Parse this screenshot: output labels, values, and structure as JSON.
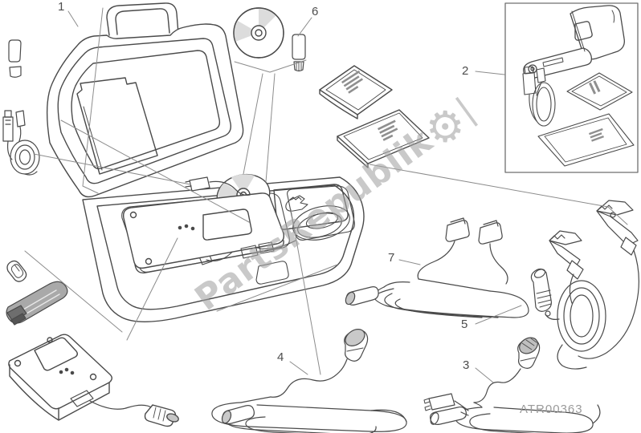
{
  "diagram": {
    "title_hint": "DDS tester kit parts diagram",
    "part_code": "ATR00363",
    "watermark": {
      "text": "PartsRepublik",
      "gear_glyph": "⚙",
      "bar": "|"
    },
    "callouts": [
      {
        "label": "1"
      },
      {
        "label": "2"
      },
      {
        "label": "3"
      },
      {
        "label": "4"
      },
      {
        "label": "5"
      },
      {
        "label": "6"
      },
      {
        "label": "7"
      }
    ]
  }
}
